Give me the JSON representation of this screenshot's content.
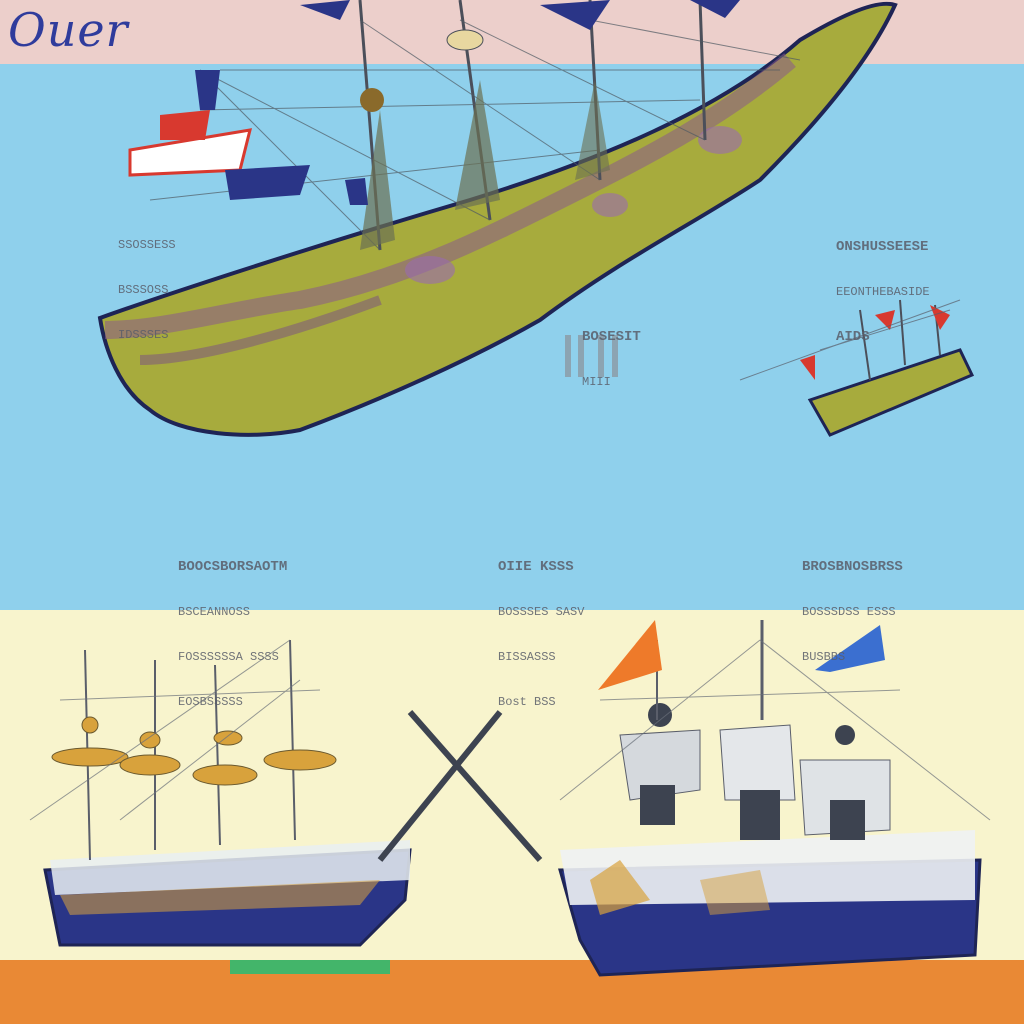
{
  "header": {
    "title": "Ouer"
  },
  "colors": {
    "header_band": "#eccfcb",
    "sea": "#8fd0ec",
    "cream": "#f8f4cd",
    "sand": "#e98935",
    "hull_olive": "#a7ab3d",
    "hull_navy": "#2a3587",
    "sail_gold": "#d8a23c",
    "flag_red": "#d8392f",
    "flag_orange": "#ee7a2a",
    "flag_blue": "#3b6fd0"
  },
  "icons": {
    "main_ship": "galleon-illustration-icon",
    "small_ship": "small-galleon-icon",
    "left_battleship": "sailing-warship-icon",
    "right_battleship": "modern-warship-icon"
  },
  "captions": {
    "right_upper": {
      "line1": "ONSHUSSEESE",
      "line2": "EEONTHEBASIDE",
      "line3": "AIDS"
    },
    "center_mid": {
      "line1": "BOSESIT",
      "line2": "MIII"
    },
    "bottom_left": {
      "line1": "BOOCSBORSAOTM",
      "line2": "BSCEANNOSS",
      "line3": "FOSSSSSSA SSSS",
      "line4": "EOSBSSSSS"
    },
    "bottom_center": {
      "line1": "OIIE KSSS",
      "line2": "BOSSSES SASV",
      "line3": "BISSASSS",
      "line4": "Bost BSS"
    },
    "bottom_right": {
      "line1": "BROSBNOSBRSS",
      "line2": "BOSSSDSS ESSS",
      "line3": "BUSBBS"
    },
    "left_upper": {
      "line1": "SSOSSESS",
      "line2": "BSSSOSS",
      "line3": "IDSSSES"
    }
  }
}
